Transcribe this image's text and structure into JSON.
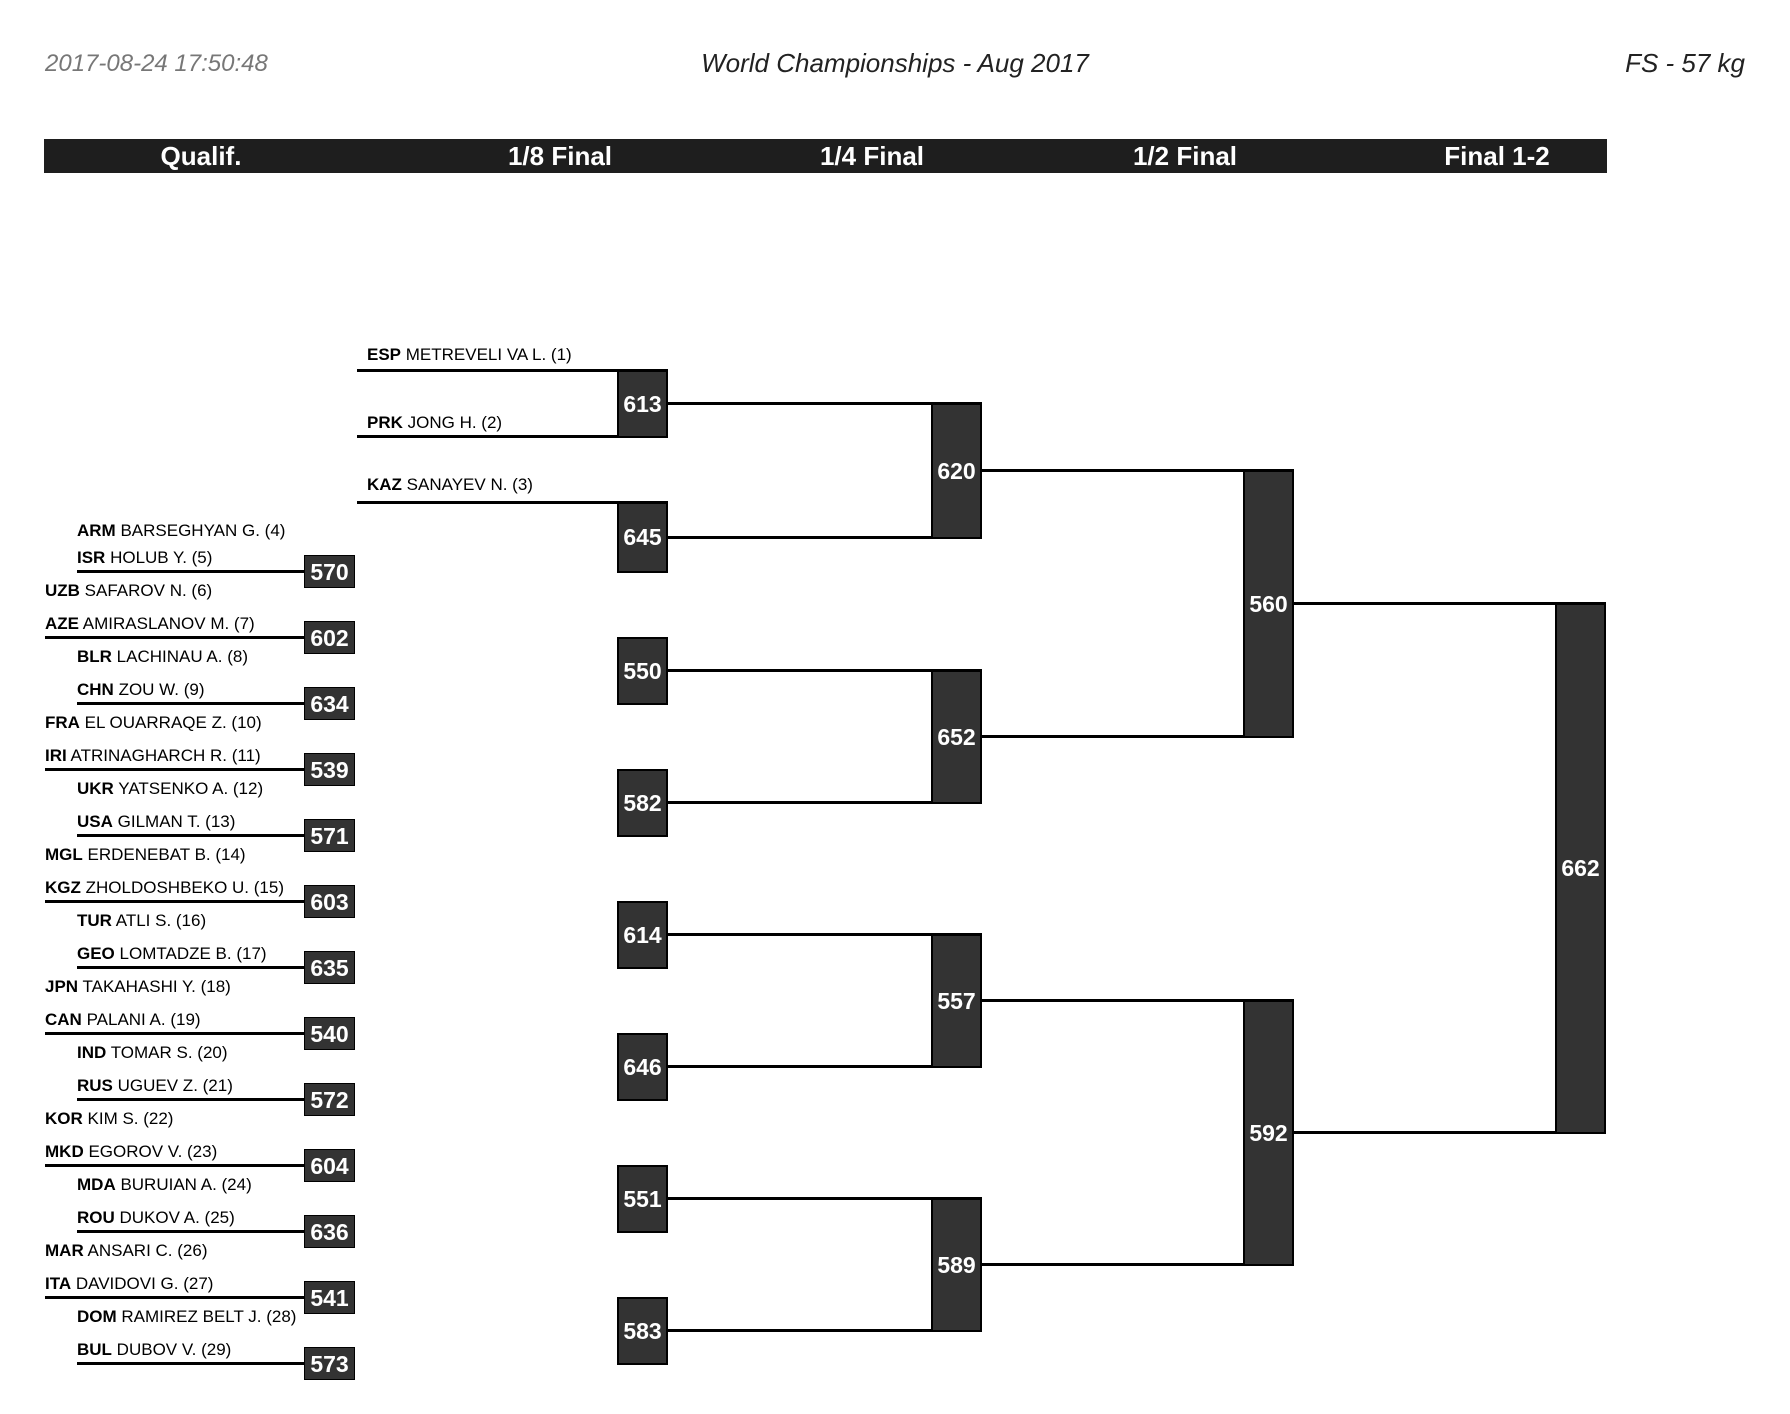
{
  "header": {
    "timestamp": "2017-08-24 17:50:48",
    "title": "World Championships - Aug 2017",
    "category": "FS - 57 kg"
  },
  "rounds": [
    "Qualif.",
    "1/8 Final",
    "1/4 Final",
    "1/2 Final",
    "Final 1-2"
  ],
  "wrestlers": [
    {
      "country": "ESP",
      "name": "METREVELI VA L. (1)"
    },
    {
      "country": "PRK",
      "name": "JONG H. (2)"
    },
    {
      "country": "KAZ",
      "name": "SANAYEV N. (3)"
    },
    {
      "country": "ARM",
      "name": "BARSEGHYAN G. (4)"
    },
    {
      "country": "ISR",
      "name": "HOLUB Y. (5)"
    },
    {
      "country": "UZB",
      "name": "SAFAROV N. (6)"
    },
    {
      "country": "AZE",
      "name": "AMIRASLANOV M. (7)"
    },
    {
      "country": "BLR",
      "name": "LACHINAU A. (8)"
    },
    {
      "country": "CHN",
      "name": "ZOU W. (9)"
    },
    {
      "country": "FRA",
      "name": "EL OUARRAQE Z. (10)"
    },
    {
      "country": "IRI",
      "name": "ATRINAGHARCH R. (11)"
    },
    {
      "country": "UKR",
      "name": "YATSENKO A. (12)"
    },
    {
      "country": "USA",
      "name": "GILMAN T. (13)"
    },
    {
      "country": "MGL",
      "name": "ERDENEBAT B. (14)"
    },
    {
      "country": "KGZ",
      "name": "ZHOLDOSHBEKO U. (15)"
    },
    {
      "country": "TUR",
      "name": "ATLI S. (16)"
    },
    {
      "country": "GEO",
      "name": "LOMTADZE B. (17)"
    },
    {
      "country": "JPN",
      "name": "TAKAHASHI Y. (18)"
    },
    {
      "country": "CAN",
      "name": "PALANI A. (19)"
    },
    {
      "country": "IND",
      "name": "TOMAR S. (20)"
    },
    {
      "country": "RUS",
      "name": "UGUEV Z. (21)"
    },
    {
      "country": "KOR",
      "name": "KIM S. (22)"
    },
    {
      "country": "MKD",
      "name": "EGOROV V. (23)"
    },
    {
      "country": "MDA",
      "name": "BURUIAN A. (24)"
    },
    {
      "country": "ROU",
      "name": "DUKOV A. (25)"
    },
    {
      "country": "MAR",
      "name": "ANSARI C. (26)"
    },
    {
      "country": "ITA",
      "name": "DAVIDOVI G. (27)"
    },
    {
      "country": "DOM",
      "name": "RAMIREZ BELT J. (28)"
    },
    {
      "country": "BUL",
      "name": "DUBOV V. (29)"
    }
  ],
  "bouts": {
    "qualif": [
      "570",
      "602",
      "634",
      "539",
      "571",
      "603",
      "635",
      "540",
      "572",
      "604",
      "636",
      "541",
      "573"
    ],
    "eighth": [
      "613",
      "645",
      "550",
      "582",
      "614",
      "646",
      "551",
      "583"
    ],
    "quarter": [
      "620",
      "652",
      "557",
      "589"
    ],
    "semi": [
      "560",
      "592"
    ],
    "final": [
      "662"
    ]
  }
}
